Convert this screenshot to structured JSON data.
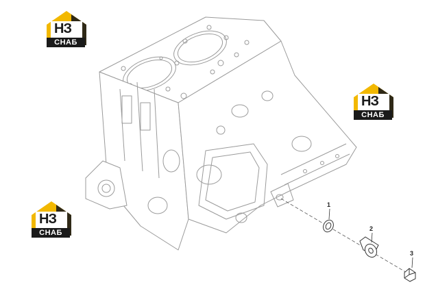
{
  "logos": [
    {
      "mark": "НЗ",
      "text": "СНАБ"
    },
    {
      "mark": "НЗ",
      "text": "СНАБ"
    },
    {
      "mark": "НЗ",
      "text": "СНАБ"
    }
  ],
  "callouts": [
    "1",
    "2",
    "3"
  ],
  "colors": {
    "logo_yellow": "#f2b800",
    "logo_dark": "#1a1a1a",
    "line": "#555555",
    "outline": "#9a9a9a"
  }
}
